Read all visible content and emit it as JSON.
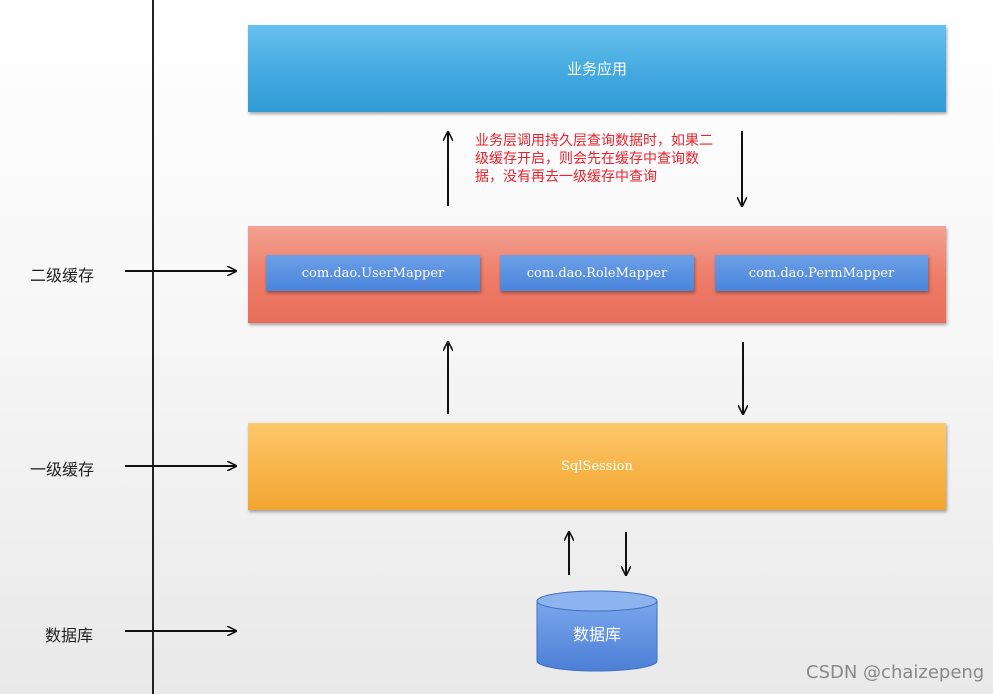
{
  "side_labels": {
    "l2": "二级缓存",
    "l1": "一级缓存",
    "db": "数据库"
  },
  "boxes": {
    "app": "业务应用",
    "l2_mappers": [
      "com.dao.UserMapper",
      "com.dao.RoleMapper",
      "com.dao.PermMapper"
    ],
    "l1": "SqlSession",
    "db": "数据库"
  },
  "note": "业务层调用持久层查询数据时，如果二级缓存开启，则会先在缓存中查询数据，没有再去一级缓存中查询",
  "watermark": "CSDN @chaizepeng",
  "colors": {
    "app": "#43a9df",
    "l2": "#ed7b67",
    "mapper": "#4a85dc",
    "l1": "#f8b448",
    "db": "#5b8fe0",
    "note": "#e8232d"
  }
}
